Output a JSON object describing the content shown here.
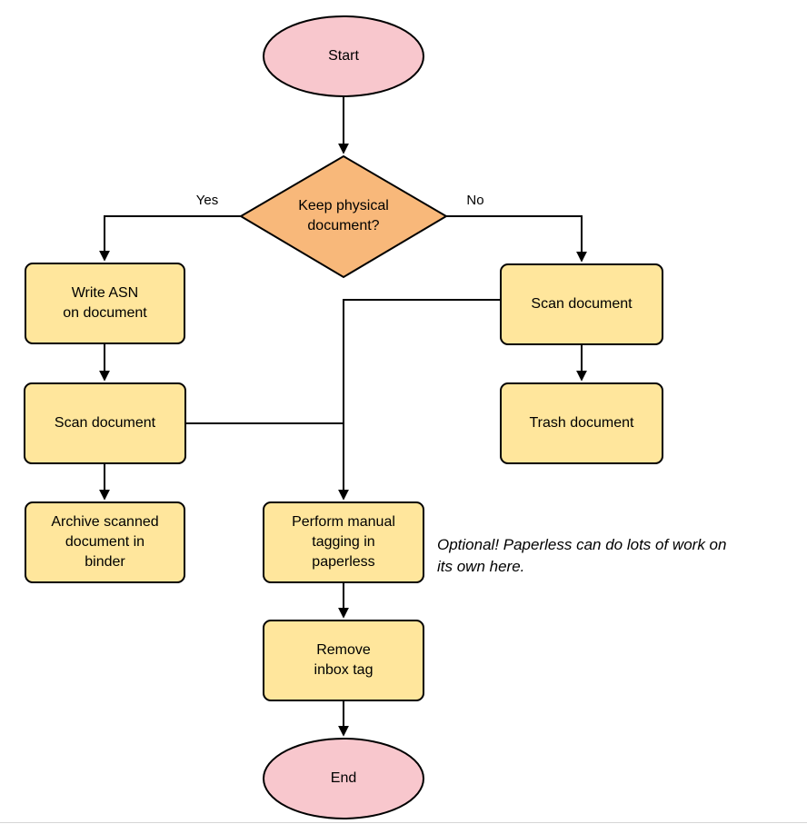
{
  "diagram": {
    "nodes": {
      "start": {
        "label": "Start"
      },
      "decision": {
        "label": "Keep physical\ndocument?"
      },
      "write_asn": {
        "label": "Write ASN\non document"
      },
      "scan_left": {
        "label": "Scan document"
      },
      "archive": {
        "label": "Archive scanned\ndocument in\nbinder"
      },
      "scan_right": {
        "label": "Scan document"
      },
      "trash": {
        "label": "Trash document"
      },
      "tagging": {
        "label": "Perform manual\ntagging in\npaperless"
      },
      "remove_inbox": {
        "label": "Remove\ninbox tag"
      },
      "end": {
        "label": "End"
      }
    },
    "edge_labels": {
      "yes": "Yes",
      "no": "No"
    },
    "note": "Optional! Paperless can do lots of work on\nits own here.",
    "colors": {
      "terminal_fill": "#f8c7cd",
      "decision_fill": "#f8b87a",
      "process_fill": "#ffe69c",
      "stroke": "#000000"
    }
  }
}
